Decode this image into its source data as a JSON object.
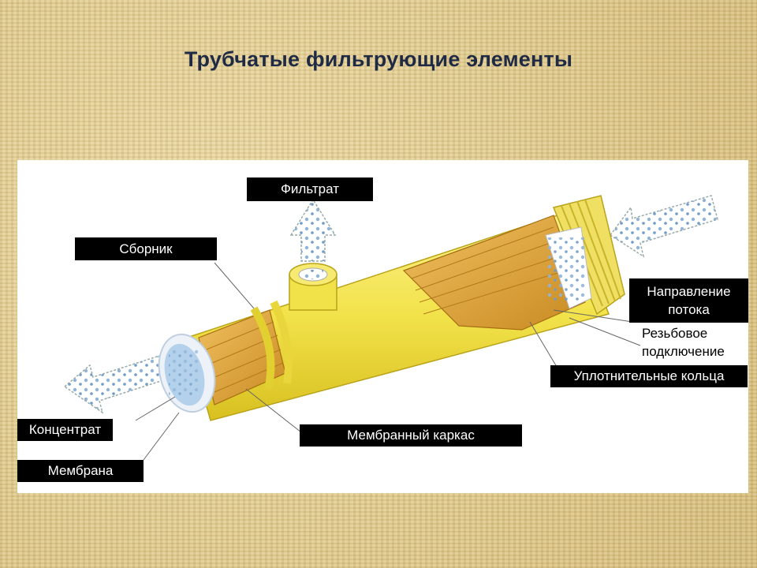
{
  "slide": {
    "title": "Трубчатые фильтрующие элементы"
  },
  "diagram": {
    "labels": {
      "filtrate": "Фильтрат",
      "collector": "Сборник",
      "flow_direction": "Направление потока",
      "threaded_connection": "Резьбовое подключение",
      "sealing_rings": "Уплотнительные кольца",
      "membrane_frame": "Мембранный каркас",
      "concentrate": "Концентрат",
      "membrane": "Мембрана"
    },
    "colors": {
      "tube_yellow": "#f2e24a",
      "tube_shadow": "#d8c020",
      "frame_orange": "#e0a43c",
      "membrane_blue": "#a9cbe8",
      "label_bg": "#000000",
      "panel_bg": "#ffffff"
    }
  }
}
